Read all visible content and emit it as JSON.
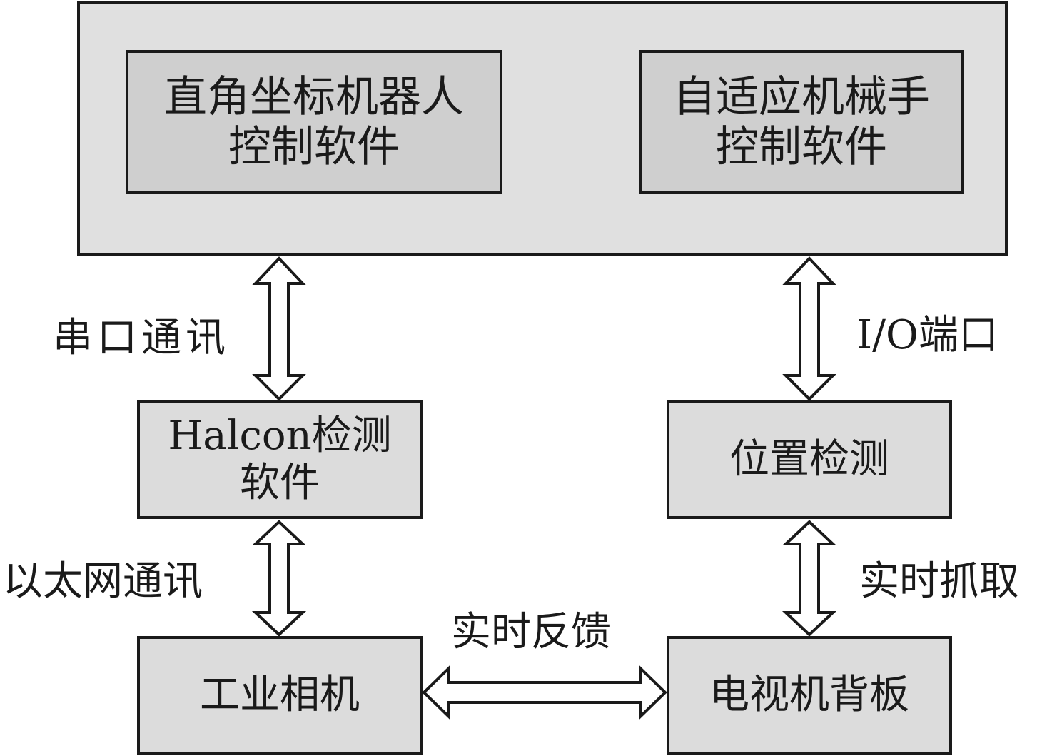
{
  "top_group": {
    "left_box": {
      "line1": "直角坐标机器人",
      "line2": "控制软件"
    },
    "right_box": {
      "line1": "自适应机械手",
      "line2": "控制软件"
    }
  },
  "halcon_box": {
    "line1": "Halcon检测",
    "line2": "软件"
  },
  "position_box": {
    "label": "位置检测"
  },
  "camera_box": {
    "label": "工业相机"
  },
  "backplane_box": {
    "label": "电视机背板"
  },
  "links": {
    "serial": "串口通讯",
    "io": "I/O端口",
    "ethernet": "以太网通讯",
    "grab": "实时抓取",
    "feedback": "实时反馈"
  }
}
